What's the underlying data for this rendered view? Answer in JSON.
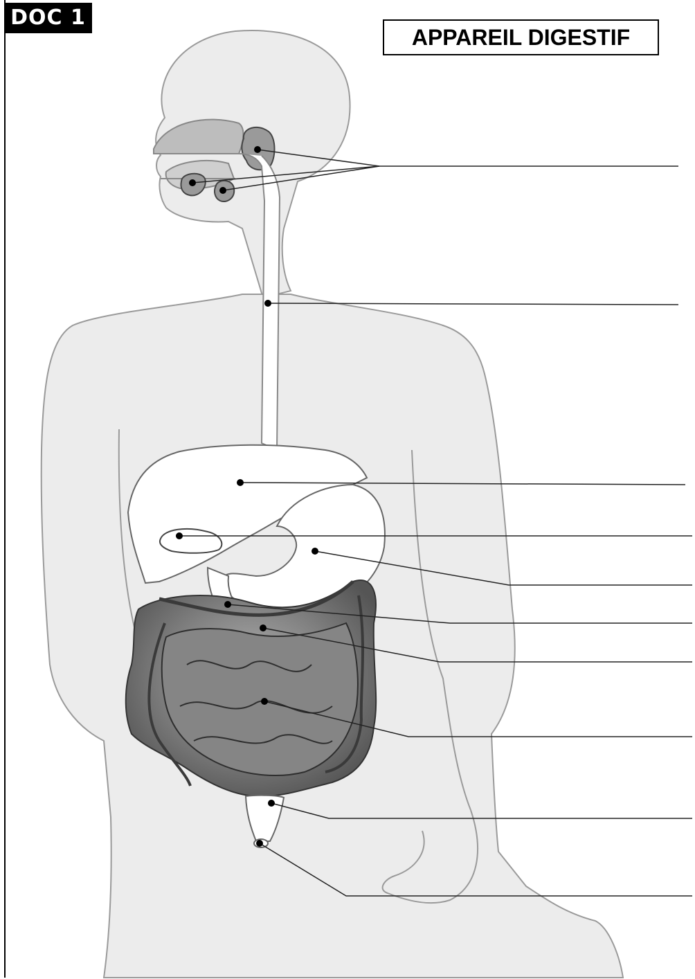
{
  "header": {
    "doc_label": "DOC 1",
    "title": "APPAREIL DIGESTIF"
  },
  "diagram": {
    "colors": {
      "body_fill": "#ececec",
      "body_outline": "#9a9a9a",
      "organ_fill": "#ffffff",
      "intestine_fill": "#6e6e6e",
      "colon_fill": "#8c8c8c",
      "mouth_fill": "#bdbdbd",
      "marker": "#000000"
    },
    "labels": [
      {
        "id": "salivary-glands",
        "text": ""
      },
      {
        "id": "esophagus",
        "text": ""
      },
      {
        "id": "liver",
        "text": ""
      },
      {
        "id": "gallbladder",
        "text": ""
      },
      {
        "id": "stomach",
        "text": ""
      },
      {
        "id": "duodenum",
        "text": ""
      },
      {
        "id": "large-intestine",
        "text": ""
      },
      {
        "id": "small-intestine",
        "text": ""
      },
      {
        "id": "rectum",
        "text": ""
      },
      {
        "id": "anus",
        "text": ""
      }
    ]
  }
}
